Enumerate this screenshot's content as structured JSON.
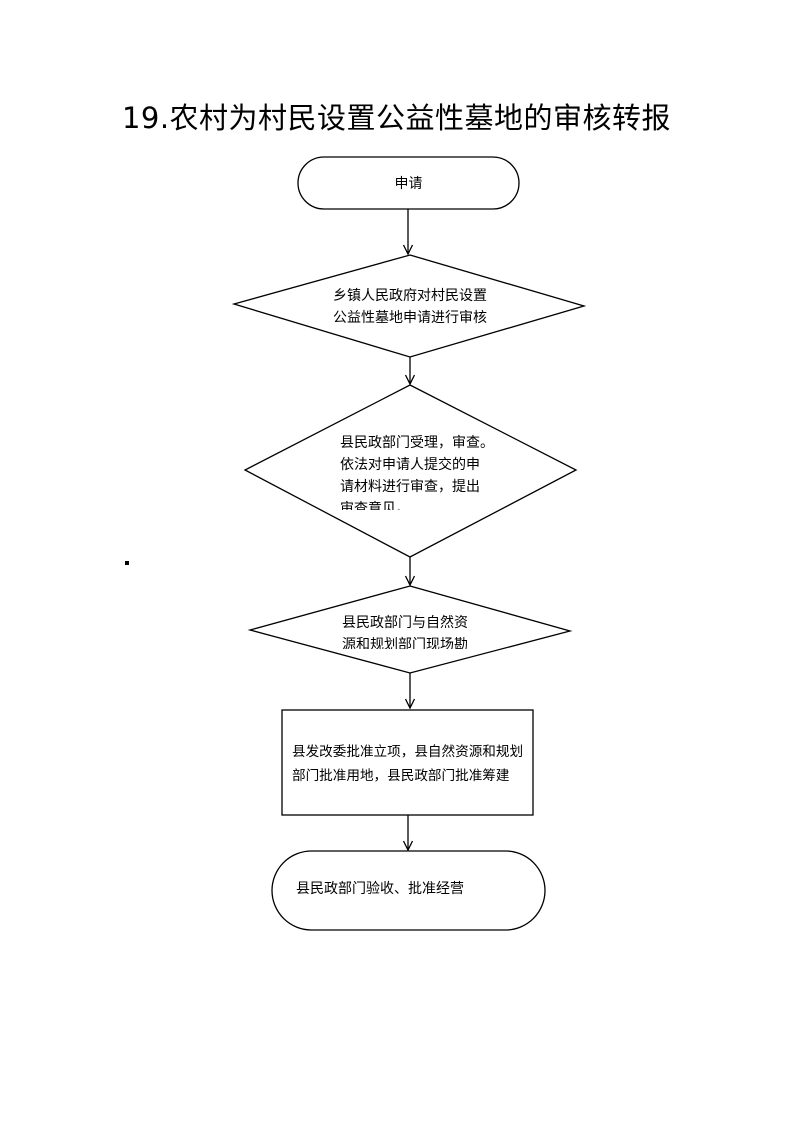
{
  "title": "19.农村为村民设置公益性墓地的审核转报",
  "flow": {
    "start": "申请",
    "step1": [
      "乡镇人民政府对村民设置",
      "公益性墓地申请进行审核"
    ],
    "step2": [
      "县民政部门受理，审查。",
      "依法对申请人提交的申",
      "请材料进行审查，提出",
      "审查意见。"
    ],
    "step3": [
      "县民政部门与自然资",
      "源和规划部门现场勘"
    ],
    "step4": [
      "县发改委批准立项，县自然资源和规划",
      "部门批准用地，县民政部门批准筹建"
    ],
    "end": "县民政部门验收、批准经营"
  },
  "colors": {
    "stroke": "#000000",
    "background": "#ffffff"
  }
}
